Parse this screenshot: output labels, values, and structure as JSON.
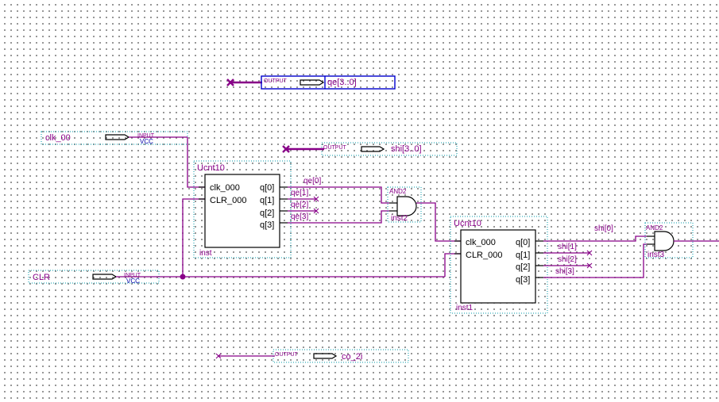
{
  "input_pins": [
    {
      "name": "clk_pin",
      "label": "clk_00",
      "type": "INPUT",
      "vcc": "VCC"
    },
    {
      "name": "clr_pin",
      "label": "CLR",
      "type": "INPUT",
      "vcc": "VCC"
    }
  ],
  "output_pins": [
    {
      "name": "qe_out",
      "label": "qe[3..0]",
      "type": "OUTPUT"
    },
    {
      "name": "shi_out",
      "label": "shi[3..0]",
      "type": "OUTPUT"
    },
    {
      "name": "co_out",
      "label": "co_2i",
      "type": "OUTPUT"
    }
  ],
  "counters": [
    {
      "symbol": "Ucnt10",
      "instance": "inst",
      "inputs": [
        "clk_000",
        "CLR_000"
      ],
      "outputs": [
        "q[0]",
        "q[1]",
        "q[2]",
        "q[3]"
      ]
    },
    {
      "symbol": "Ucnt10",
      "instance": "inst1",
      "inputs": [
        "clk_000",
        "CLR_000"
      ],
      "outputs": [
        "q[0]",
        "q[1]",
        "q[2]",
        "q[3]"
      ]
    }
  ],
  "gates": [
    {
      "type": "AND2",
      "instance": "inst2"
    },
    {
      "type": "AND2",
      "instance": "inst3"
    }
  ],
  "nets": {
    "qe": [
      "qe[0]",
      "qe[1]",
      "qe[2]",
      "qe[3]"
    ],
    "shi": [
      "shi[0]",
      "shi[1]",
      "shi[2]",
      "shi[3]"
    ]
  },
  "colors": {
    "wire": "#880088",
    "symbol_border": "#000000",
    "selection": "#0000cc",
    "instance_outline": "#0099aa",
    "vcc_text": "#0000aa",
    "grid_dots": "#7a7a7a"
  }
}
